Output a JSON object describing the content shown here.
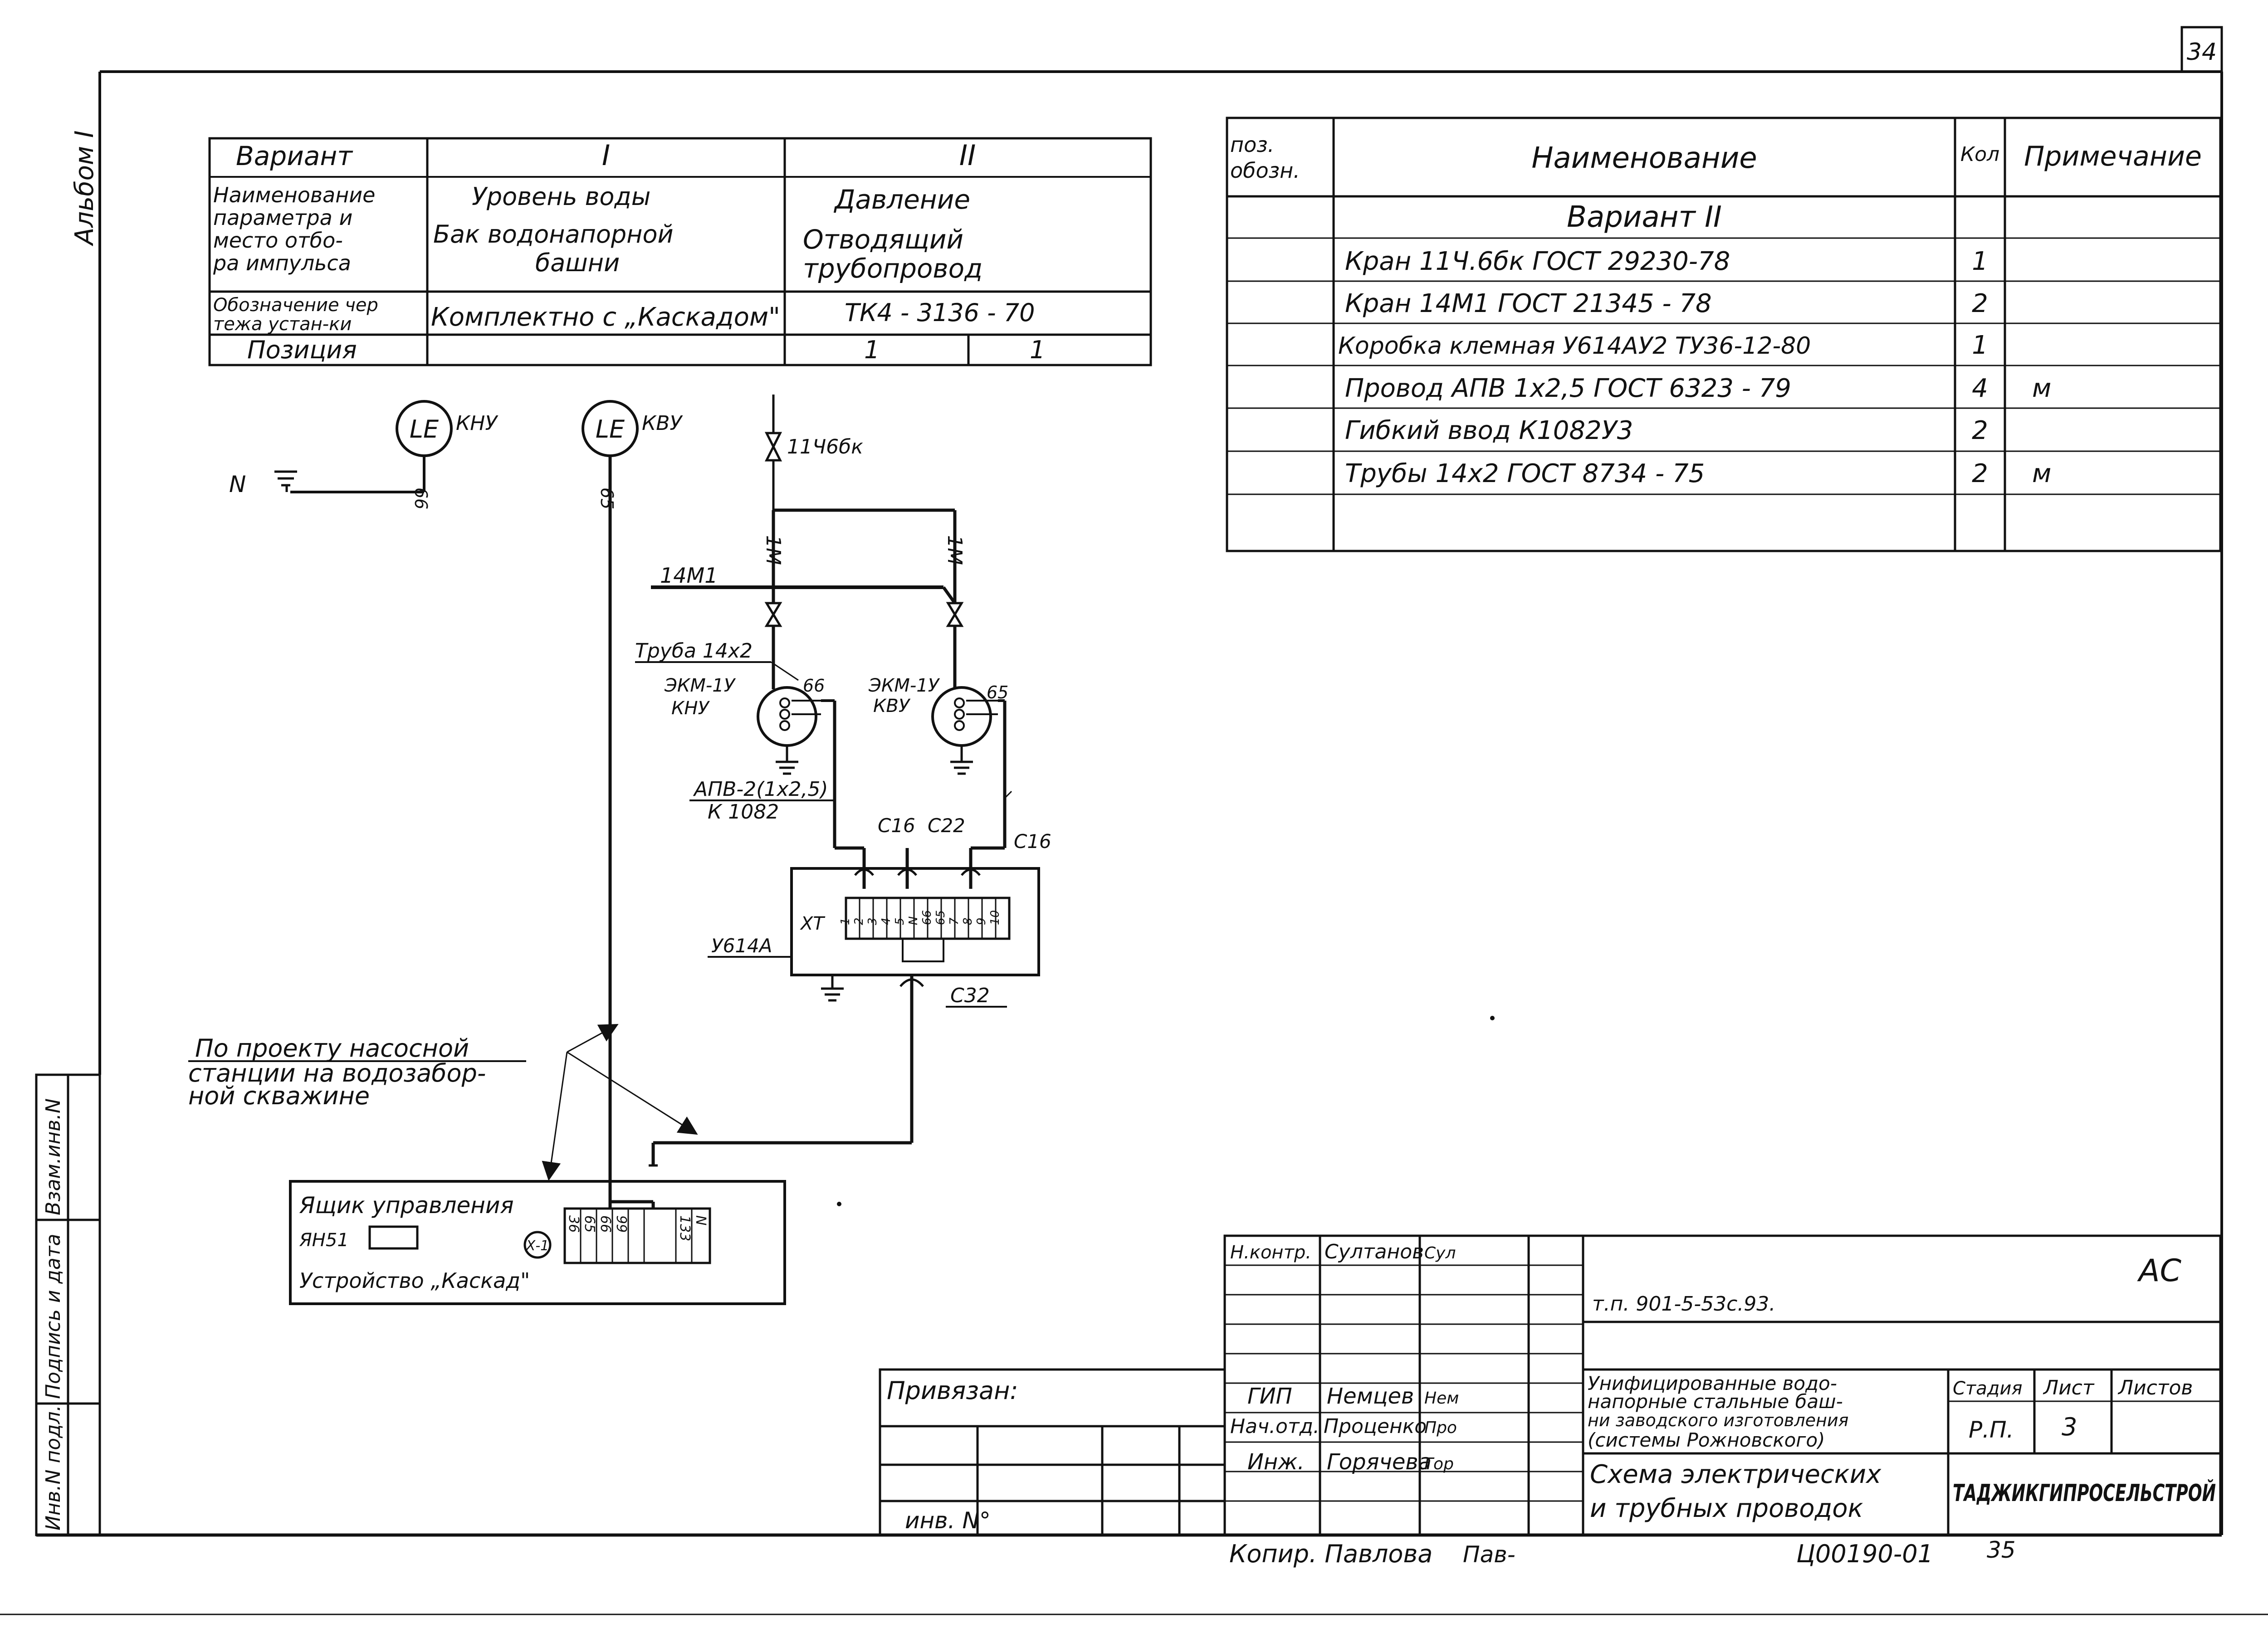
{
  "page": {
    "sheet_no": "34",
    "album": "Альбом I",
    "copied_by": "Копир. Павлова",
    "copied_sign": "Пав-",
    "doc_code": "Ц00190-01",
    "doc_page": "35"
  },
  "side_stamp": [
    "Инв.N подл.",
    "Подпись и дата",
    "Взам.инв.N"
  ],
  "variant_table": {
    "header": [
      "Вариант",
      "I",
      "II"
    ],
    "rows": [
      {
        "label": [
          "Наименование",
          "параметра и",
          "место отбо-",
          "ра импульса"
        ],
        "v1": [
          "Уровень воды",
          "Бак водонапорной",
          "башни"
        ],
        "v2": [
          "Давление",
          "Отводящий",
          "трубопровод"
        ]
      },
      {
        "label": [
          "Обозначение чер",
          "тежа устан-ки"
        ],
        "v1": [
          "Комплектно с „Каскадом\""
        ],
        "v2": [
          "ТК4 - 3136 - 70"
        ]
      },
      {
        "label": [
          "Позиция"
        ],
        "v1": [],
        "v2": [
          "1",
          "1"
        ]
      }
    ]
  },
  "spec_table": {
    "headers": [
      "поз.",
      "обозн.",
      "Наименование",
      "Кол",
      "Примечание"
    ],
    "variant_title": "Вариант II",
    "rows": [
      {
        "name": "Кран 11Ч.6бк   ГОСТ 29230-78",
        "qty": "1",
        "note": ""
      },
      {
        "name": "Кран 14М1   ГОСТ 21345 - 78",
        "qty": "2",
        "note": ""
      },
      {
        "name": "Коробка клемная У614АУ2 ТУ36-12-80",
        "qty": "1",
        "note": ""
      },
      {
        "name": "Провод АПВ 1х2,5  ГОСТ 6323 - 79",
        "qty": "4",
        "note": "м"
      },
      {
        "name": "Гибкий  ввод  К1082У3",
        "qty": "2",
        "note": ""
      },
      {
        "name": "Трубы  14х2   ГОСТ 8734 - 75",
        "qty": "2",
        "note": "м"
      }
    ]
  },
  "schematic": {
    "sensor1": {
      "symbol": "LE",
      "name": "КНУ",
      "wire": "66"
    },
    "sensor2": {
      "symbol": "LE",
      "name": "КВУ",
      "wire": "65"
    },
    "neutral": "N",
    "valve_top": "11Ч6бк",
    "pipe_len_left": "1М",
    "pipe_len_right": "1М",
    "valve_side": "14М1",
    "pipe": "Труба 14х2",
    "gauge1": {
      "model": "ЭКМ-1У",
      "name": "КНУ",
      "wire": "66"
    },
    "gauge2": {
      "model": "ЭКМ-1У",
      "name": "КВУ",
      "wire": "65"
    },
    "cable": [
      "АПВ-2(1х2,5)",
      "К 1082"
    ],
    "glands": [
      "С16",
      "С22",
      "С16"
    ],
    "box": {
      "name": "У614А",
      "terminal_block": "ХТ",
      "terminals_top": [
        "1",
        "2",
        "3",
        "4",
        "5",
        "N",
        "66",
        "65",
        "7",
        "8",
        "9",
        "10"
      ]
    },
    "gland_bottom": "С32",
    "note": [
      "По проекту насосной",
      "станции на водозабор-",
      "ной скважине"
    ],
    "control_box": {
      "title": "Ящик управления",
      "model": "ЯН51",
      "connector": "Х-1",
      "device": "Устройство „Каскад\"",
      "terminals": [
        "36",
        "65",
        "66",
        "99",
        "133",
        "N"
      ]
    }
  },
  "title_block": {
    "roles": [
      "Н.контр.",
      "ГИП",
      "Нач.отд.",
      "Инж."
    ],
    "names": [
      "Султанов",
      "Немцев",
      "Проценко",
      "Горячева"
    ],
    "signatures": [
      "Сул",
      "Нем",
      "Про",
      "Гор"
    ],
    "code": "АС",
    "project_no": "т.п. 901-5-53с.93.",
    "project_title": [
      "Унифицированные водо-",
      "напорные стальные баш-",
      "ни заводского изготовления",
      "(системы Рожновского)"
    ],
    "stage_label": "Стадия",
    "sheet_label": "Лист",
    "sheets_label": "Листов",
    "stage": "Р.П.",
    "sheet": "3",
    "sheets_total": "",
    "drawing_title": [
      "Схема электрических",
      "и трубных проводок"
    ],
    "organization": "ТАДЖИКГИПРОСЕЛЬСТРОЙ",
    "bound_label": "Привязан:",
    "inv_label": "инв. N°"
  }
}
